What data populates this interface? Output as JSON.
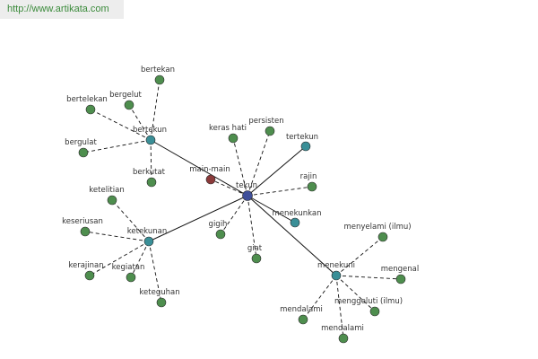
{
  "watermark": "http://www.artikata.com",
  "colors": {
    "center": "#3f4f9a",
    "hub": "#3a8f97",
    "leaf": "#4e8e4e",
    "special": "#8b3a3a",
    "edge": "#111111",
    "text": "#333333"
  },
  "nodes": [
    {
      "id": "tekun",
      "label": "tekun",
      "kind": "center"
    },
    {
      "id": "bertekun",
      "label": "bertekun",
      "kind": "hub"
    },
    {
      "id": "ketekunan",
      "label": "ketekunan",
      "kind": "hub"
    },
    {
      "id": "menekuni",
      "label": "menekuni",
      "kind": "hub"
    },
    {
      "id": "tertekun",
      "label": "tertekun",
      "kind": "hub"
    },
    {
      "id": "menekunkan",
      "label": "menekunkan",
      "kind": "hub"
    },
    {
      "id": "main-main",
      "label": "main-main",
      "kind": "special"
    },
    {
      "id": "bertekan",
      "label": "bertekan",
      "kind": "leaf"
    },
    {
      "id": "bertelekan",
      "label": "bertelekan",
      "kind": "leaf"
    },
    {
      "id": "bergelut",
      "label": "bergelut",
      "kind": "leaf"
    },
    {
      "id": "bergulat",
      "label": "bergulat",
      "kind": "leaf"
    },
    {
      "id": "berkutat",
      "label": "berkutat",
      "kind": "leaf"
    },
    {
      "id": "keras-hati",
      "label": "keras hati",
      "kind": "leaf"
    },
    {
      "id": "persisten",
      "label": "persisten",
      "kind": "leaf"
    },
    {
      "id": "rajin",
      "label": "rajin",
      "kind": "leaf"
    },
    {
      "id": "gigih",
      "label": "gigih",
      "kind": "leaf"
    },
    {
      "id": "giat",
      "label": "giat",
      "kind": "leaf"
    },
    {
      "id": "ketelitian",
      "label": "ketelitian",
      "kind": "leaf"
    },
    {
      "id": "keseriusan",
      "label": "keseriusan",
      "kind": "leaf"
    },
    {
      "id": "kerajinan",
      "label": "kerajinan",
      "kind": "leaf"
    },
    {
      "id": "kegiatan",
      "label": "kegiatan",
      "kind": "leaf"
    },
    {
      "id": "keteguhan",
      "label": "keteguhan",
      "kind": "leaf"
    },
    {
      "id": "menyelami",
      "label": "menyelami (ilmu)",
      "kind": "leaf"
    },
    {
      "id": "mengenal",
      "label": "mengenal",
      "kind": "leaf"
    },
    {
      "id": "menggeluti",
      "label": "menggeluti (ilmu)",
      "kind": "leaf"
    },
    {
      "id": "mendalami-1",
      "label": "mendalami",
      "kind": "leaf"
    },
    {
      "id": "mendalami-2",
      "label": "mendalami",
      "kind": "leaf"
    }
  ],
  "edges": [
    {
      "from": "tekun",
      "to": "bertekun",
      "style": "solid"
    },
    {
      "from": "tekun",
      "to": "ketekunan",
      "style": "solid"
    },
    {
      "from": "tekun",
      "to": "menekuni",
      "style": "solid"
    },
    {
      "from": "tekun",
      "to": "tertekun",
      "style": "solid"
    },
    {
      "from": "tekun",
      "to": "menekunkan",
      "style": "solid"
    },
    {
      "from": "tekun",
      "to": "main-main",
      "style": "dashed"
    },
    {
      "from": "tekun",
      "to": "keras-hati",
      "style": "dashed"
    },
    {
      "from": "tekun",
      "to": "persisten",
      "style": "dashed"
    },
    {
      "from": "tekun",
      "to": "rajin",
      "style": "dashed"
    },
    {
      "from": "tekun",
      "to": "gigih",
      "style": "dashed"
    },
    {
      "from": "tekun",
      "to": "giat",
      "style": "dashed"
    },
    {
      "from": "bertekun",
      "to": "bertekan",
      "style": "dashed"
    },
    {
      "from": "bertekun",
      "to": "bertelekan",
      "style": "dashed"
    },
    {
      "from": "bertekun",
      "to": "bergelut",
      "style": "dashed"
    },
    {
      "from": "bertekun",
      "to": "bergulat",
      "style": "dashed"
    },
    {
      "from": "bertekun",
      "to": "berkutat",
      "style": "dashed"
    },
    {
      "from": "ketekunan",
      "to": "ketelitian",
      "style": "dashed"
    },
    {
      "from": "ketekunan",
      "to": "keseriusan",
      "style": "dashed"
    },
    {
      "from": "ketekunan",
      "to": "kerajinan",
      "style": "dashed"
    },
    {
      "from": "ketekunan",
      "to": "kegiatan",
      "style": "dashed"
    },
    {
      "from": "ketekunan",
      "to": "keteguhan",
      "style": "dashed"
    },
    {
      "from": "menekuni",
      "to": "menyelami",
      "style": "dashed"
    },
    {
      "from": "menekuni",
      "to": "mengenal",
      "style": "dashed"
    },
    {
      "from": "menekuni",
      "to": "menggeluti",
      "style": "dashed"
    },
    {
      "from": "menekuni",
      "to": "mendalami-1",
      "style": "dashed"
    },
    {
      "from": "menekuni",
      "to": "mendalami-2",
      "style": "dashed"
    }
  ]
}
